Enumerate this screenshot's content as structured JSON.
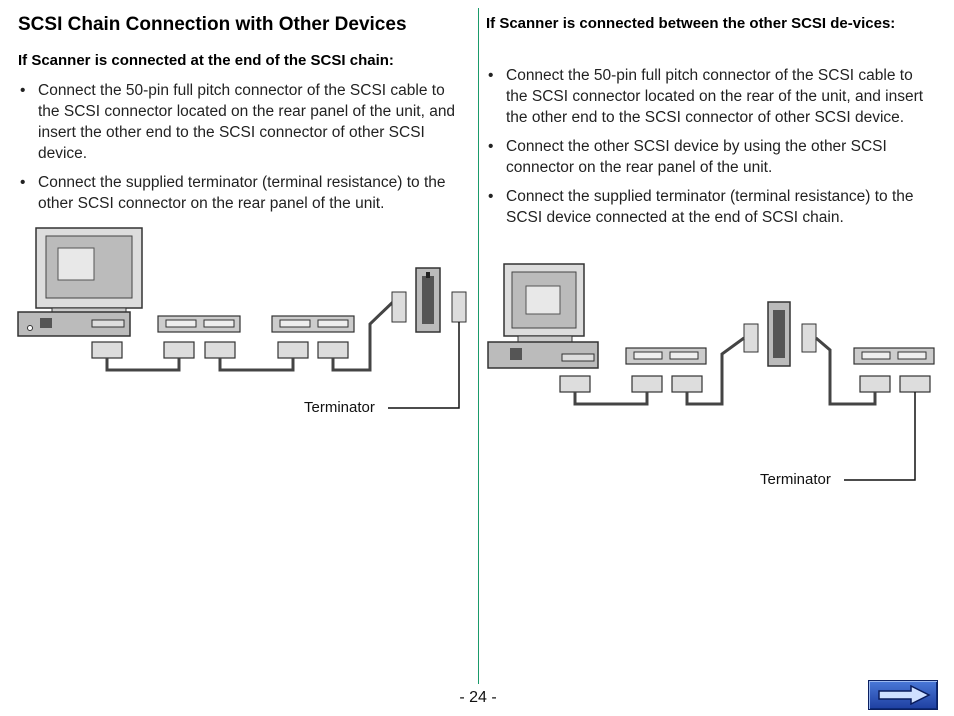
{
  "page": {
    "title": "SCSI Chain Connection with Other Devices",
    "page_number": "- 24 -"
  },
  "left": {
    "subtitle": "If Scanner is connected at the end of the SCSI chain:",
    "bullets": [
      "Connect the 50-pin full pitch connector of the SCSI cable to the SCSI connector located on the rear panel of the unit, and insert the other end to the SCSI connector of other SCSI device.",
      "Connect the supplied terminator (terminal resistance) to the other SCSI connector on the rear panel of the unit."
    ],
    "terminator_label": "Terminator"
  },
  "right": {
    "subtitle": "If Scanner is connected between the other SCSI de-vices:",
    "bullets": [
      "Connect the 50-pin full pitch connector of the SCSI cable to the SCSI connector located on the rear of the unit, and insert the other end to the SCSI connector of other SCSI device.",
      "Connect the other SCSI device by using the other SCSI connector on the rear panel of the unit.",
      "Connect the supplied terminator (terminal resistance) to the SCSI device connected at the end of SCSI chain."
    ],
    "terminator_label": "Terminator"
  },
  "nav": {
    "next_icon": "right-arrow-icon",
    "accent_color": "#2a52be",
    "divider_color": "#1a9a6a"
  }
}
